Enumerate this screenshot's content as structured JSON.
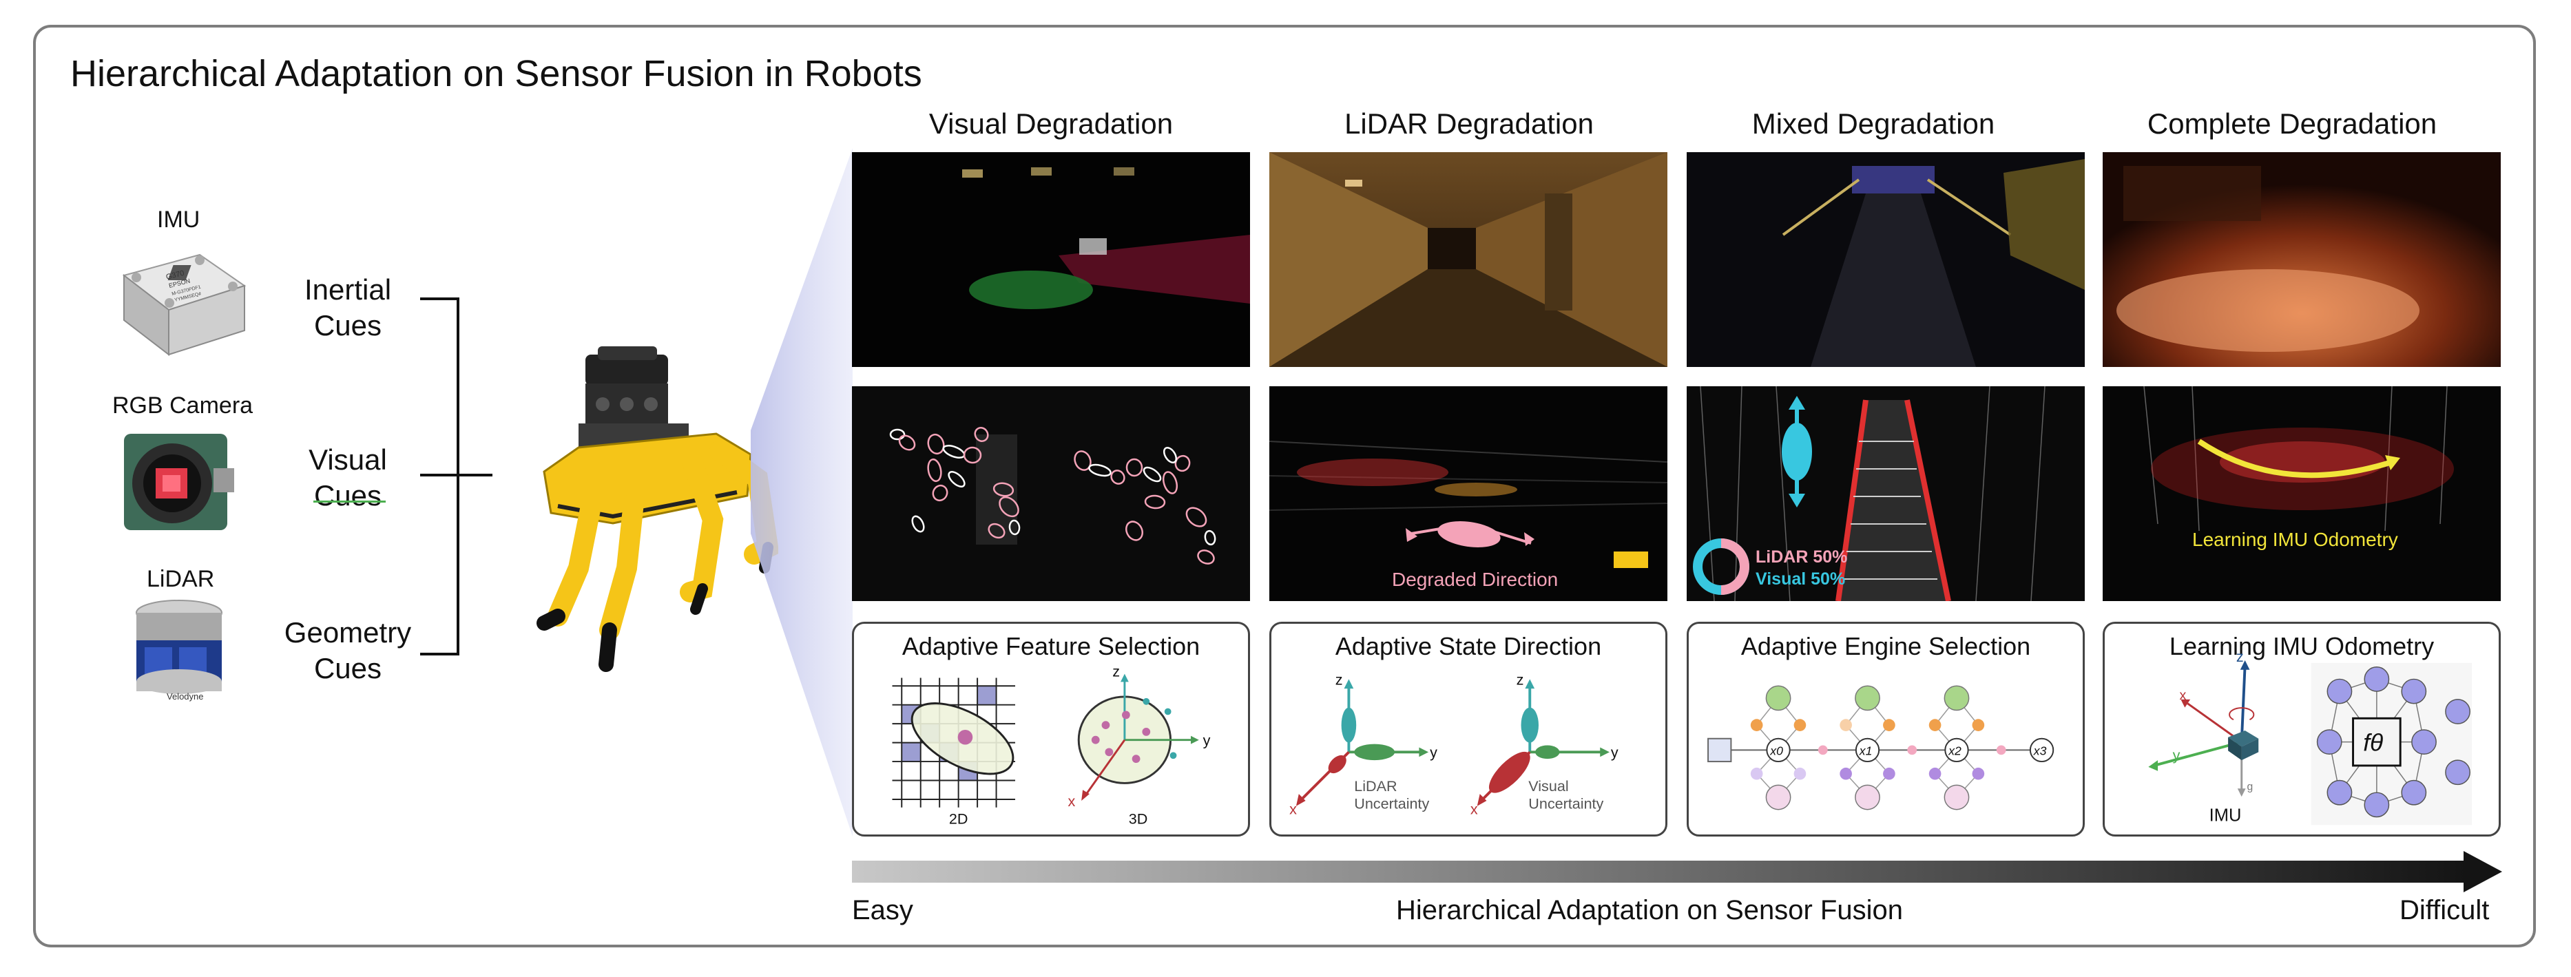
{
  "title": "Hierarchical Adaptation on Sensor Fusion in Robots",
  "sensors": [
    {
      "label": "IMU",
      "cue": "Inertial Cues"
    },
    {
      "label": "RGB Camera",
      "cue": "Visual Cues"
    },
    {
      "label": "LiDAR",
      "cue": "Geometry Cues"
    }
  ],
  "device_text": {
    "imu_lines": [
      "G370",
      "EPSON",
      "M-G370PDF1",
      "YYMMSEQ#"
    ],
    "lidar_brand": "Velodyne"
  },
  "columns": [
    {
      "title": "Visual Degradation",
      "box_title": "Adaptive Feature Selection",
      "labels": {
        "grid": "2D",
        "sphere": "3D",
        "z": "z",
        "y": "y",
        "x": "x"
      }
    },
    {
      "title": "LiDAR Degradation",
      "box_title": "Adaptive State Direction",
      "overlay": "Degraded Direction",
      "labels": {
        "lidar_unc": [
          "LiDAR",
          "Uncertainty"
        ],
        "visual_unc": [
          "Visual",
          "Uncertainty"
        ],
        "z": "z",
        "y": "y",
        "x": "x"
      }
    },
    {
      "title": "Mixed Degradation",
      "box_title": "Adaptive Engine Selection",
      "overlay": [
        "LiDAR 50%",
        "Visual 50%"
      ],
      "labels": {
        "nodes": [
          "x0",
          "x1",
          "x2",
          "x3"
        ]
      }
    },
    {
      "title": "Complete Degradation",
      "box_title": "Learning IMU Odometry",
      "overlay": "Learning IMU Odometry",
      "labels": {
        "imu": "IMU",
        "f": "fθ",
        "z": "z",
        "y": "y",
        "x": "x",
        "g": "g"
      }
    }
  ],
  "axis": {
    "left": "Easy",
    "center": "Hierarchical Adaptation on Sensor Fusion",
    "right": "Difficult"
  },
  "colors": {
    "lidar_pink": "#f4a3b8",
    "visual_cyan": "#38c7e0",
    "accent_yellow": "#f2e53a",
    "robot_yellow": "#f5c518",
    "frame": "#7d7d7d",
    "axis_green": "#4a9a55",
    "axis_red": "#b83236",
    "axis_teal": "#2c9fa3",
    "node_orange": "#f0a04b",
    "node_purple": "#b08be0",
    "node_green": "#a9d68a"
  }
}
